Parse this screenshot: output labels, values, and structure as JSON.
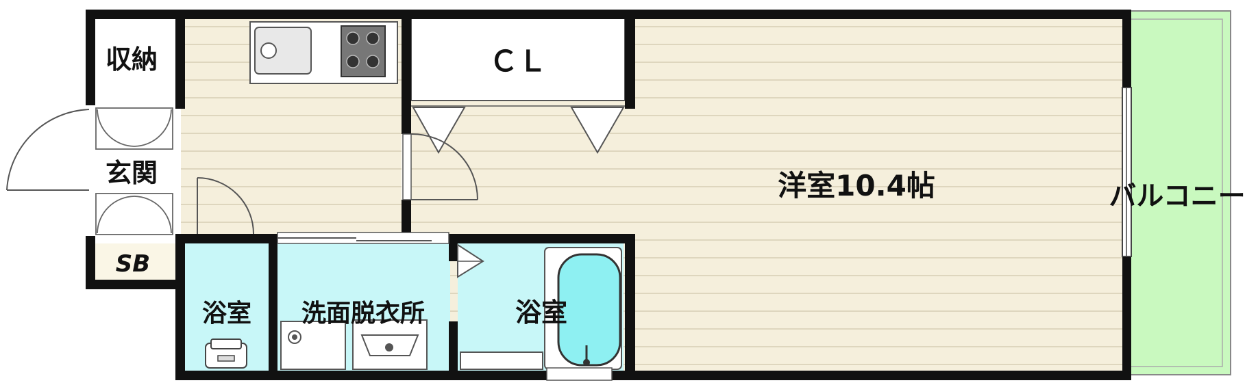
{
  "rooms": {
    "storage": "収納",
    "entrance": "玄関",
    "shoe_box": "SB",
    "toilet": "浴室",
    "washroom": "洗面脱衣所",
    "bathroom": "浴室",
    "closet": "ＣＬ",
    "western_room": "洋室10.4帖",
    "balcony": "バルコニー"
  },
  "colors": {
    "floor": "#f5efdc",
    "floor_line": "#d6cdb5",
    "wet_area": "#c8f7f8",
    "balcony": "#c9f9bf",
    "wall": "#111111",
    "shoe_box": "#faf6e6"
  },
  "icons": [
    "sink-icon",
    "stove-icon",
    "toilet-icon",
    "washbasin-icon",
    "washer-icon",
    "bathtub-icon",
    "door-swing-icon"
  ]
}
